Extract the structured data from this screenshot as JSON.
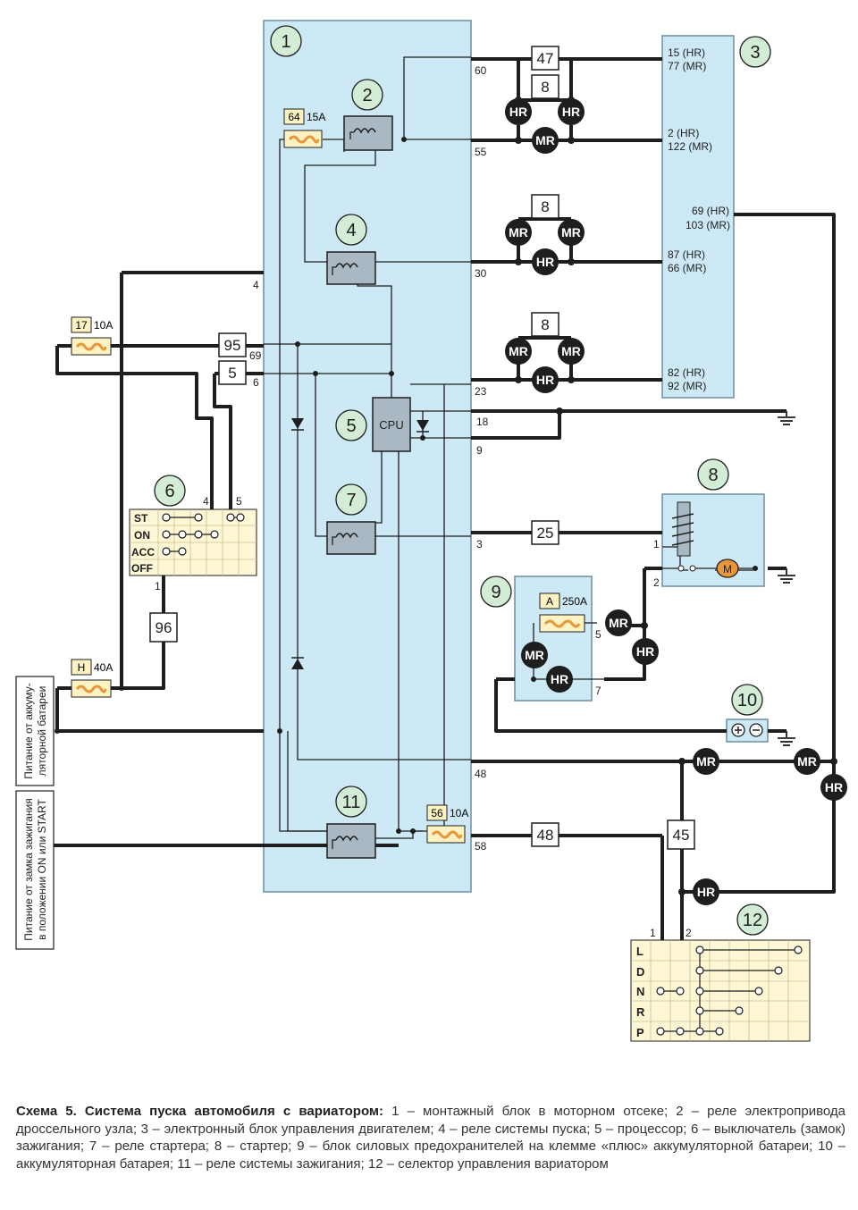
{
  "units": {
    "u1": "1",
    "u2": "2",
    "u3": "3",
    "u4": "4",
    "u5": "5",
    "u6": "6",
    "u7": "7",
    "u8": "8",
    "u9": "9",
    "u10": "10",
    "u11": "11",
    "u12": "12"
  },
  "fuses": {
    "f64_num": "64",
    "f64_rating": "15A",
    "f17_num": "17",
    "f17_rating": "10A",
    "fH_num": "H",
    "fH_rating": "40A",
    "f56_num": "56",
    "f56_rating": "10A",
    "fA_num": "A",
    "fA_rating": "250A"
  },
  "connectors": {
    "c47": "47",
    "c8a": "8",
    "c8b": "8",
    "c8c": "8",
    "c25": "25",
    "c95": "95",
    "c5": "5",
    "c96": "96",
    "c48": "48",
    "c45": "45"
  },
  "pins": {
    "p60": "60",
    "p55": "55",
    "p30": "30",
    "p23": "23",
    "p18": "18",
    "p9": "9",
    "p3": "3",
    "p48": "48",
    "p58": "58",
    "p4": "4",
    "p69": "69",
    "p6": "6",
    "sw4": "4",
    "sw5": "5",
    "sw1": "1",
    "st1": "1",
    "st2": "2",
    "b5": "5",
    "b7": "7",
    "sel1": "1",
    "sel2": "2"
  },
  "ecu_pins": {
    "e15": "15 (HR)",
    "e77": "77 (MR)",
    "e2": "2 (HR)",
    "e122": "122 (MR)",
    "e69": "69 (HR)",
    "e103": "103 (MR)",
    "e87": "87 (HR)",
    "e66": "66 (MR)",
    "e82": "82 (HR)",
    "e92": "92 (MR)"
  },
  "variant": {
    "hr": "HR",
    "mr": "MR"
  },
  "labels": {
    "cpu": "CPU",
    "motor": "M"
  },
  "ignition_switch": {
    "rows": [
      "ST",
      "ON",
      "ACC",
      "OFF"
    ]
  },
  "selector": {
    "rows": [
      "L",
      "D",
      "N",
      "R",
      "P"
    ]
  },
  "side_labels": {
    "battery_line1": "Питание от аккуму-",
    "battery_line2": "ляторной батареи",
    "ignition_line1": "Питание от замка зажигания",
    "ignition_line2": "в положении ON или START"
  },
  "caption": {
    "title": "Схема 5. Система пуска автомобиля с вариатором:",
    "text": " 1 – монтажный блок в моторном отсеке; 2 – реле электропривода дроссельного узла; 3 – электронный блок управления двигателем; 4 – реле системы пуска; 5 – процессор; 6 – выключатель (замок) зажигания; 7 – реле стартера; 8 – стартер; 9 – блок силовых предохранителей на клемме «плюс» аккумуляторной батареи; 10 – аккумуляторная батарея; 11 – реле системы зажигания; 12 – селектор управления вариатором"
  },
  "colors": {
    "box_fill": "#cde9f6",
    "box_stroke": "#6f8da0",
    "unit_circle": "#d3ecd5",
    "fuse_fill": "#fdf2c2",
    "fuse_element": "#e7963b",
    "relay_fill": "#aab8c4",
    "grid_fill": "#fdf7d6",
    "wire": "#1e1e1e"
  }
}
